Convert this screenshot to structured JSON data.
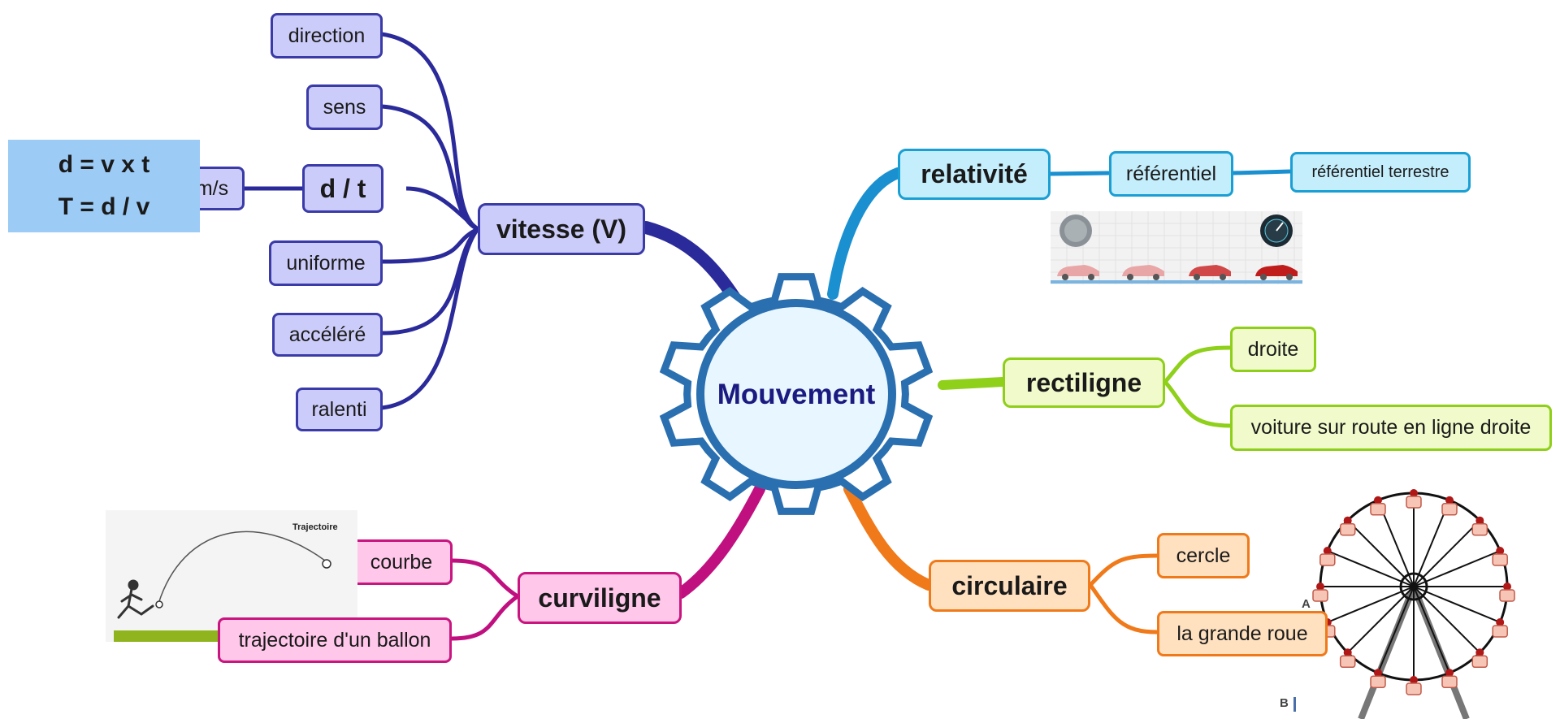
{
  "center": {
    "label": "Mouvement",
    "color": "#1a1a80"
  },
  "branches": {
    "vitesse": {
      "label": "vitesse (V)",
      "color": "#2a2a9a",
      "children": [
        "direction",
        "sens",
        "d / t",
        "uniforme",
        "accéléré",
        "ralenti"
      ],
      "unit": "m/s",
      "formulas": [
        "d = v x t",
        "T = d / v"
      ]
    },
    "relativite": {
      "label": "relativité",
      "color": "#1a90d0",
      "children": [
        "référentiel",
        "référentiel terrestre"
      ]
    },
    "rectiligne": {
      "label": "rectiligne",
      "color": "#8fd01a",
      "children": [
        "droite",
        "voiture sur route en ligne droite"
      ]
    },
    "curviligne": {
      "label": "curviligne",
      "color": "#c01080",
      "children": [
        "courbe",
        "trajectoire d'un ballon"
      ],
      "image_label": "Trajectoire"
    },
    "circulaire": {
      "label": "circulaire",
      "color": "#f07a1a",
      "children": [
        "cercle",
        "la grande roue"
      ],
      "image_labels": [
        "A",
        "B"
      ]
    }
  }
}
